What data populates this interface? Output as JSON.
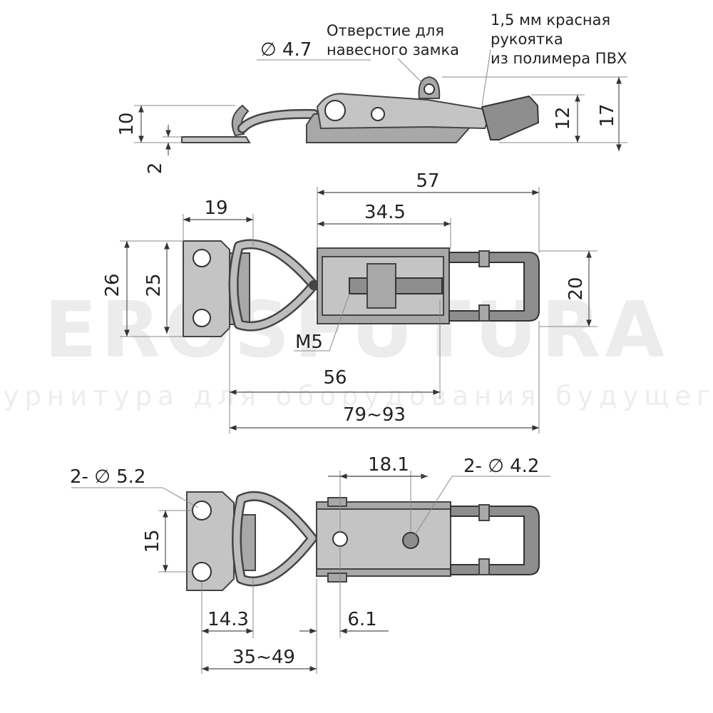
{
  "watermark": {
    "brand": "EROSFUTURA",
    "tagline": "фурнитура для оборудования будущего"
  },
  "side_view": {
    "hole_dia": "∅ 4.7",
    "hole_note_line1": "Отверстие для",
    "hole_note_line2": "навесного замка",
    "handle_note_line1": "1,5 мм красная",
    "handle_note_line2": "рукоятка",
    "handle_note_line3": "из полимера ПВХ",
    "dim_10": "10",
    "dim_2": "2",
    "dim_12": "12",
    "dim_17": "17"
  },
  "top_view": {
    "dim_57": "57",
    "dim_19": "19",
    "dim_34_5": "34.5",
    "dim_26": "26",
    "dim_25": "25",
    "dim_20": "20",
    "thread": "M5",
    "dim_56": "56",
    "dim_79_93": "79~93"
  },
  "bottom_view": {
    "base_holes": "2- ∅ 5.2",
    "dim_18_1": "18.1",
    "body_holes": "2- ∅ 4.2",
    "dim_15": "15",
    "dim_14_3": "14.3",
    "dim_6_1": "6.1",
    "dim_35_49": "35~49"
  },
  "colors": {
    "metal": "#a8a8a8",
    "line": "#555555",
    "watermark": "#ececec"
  }
}
